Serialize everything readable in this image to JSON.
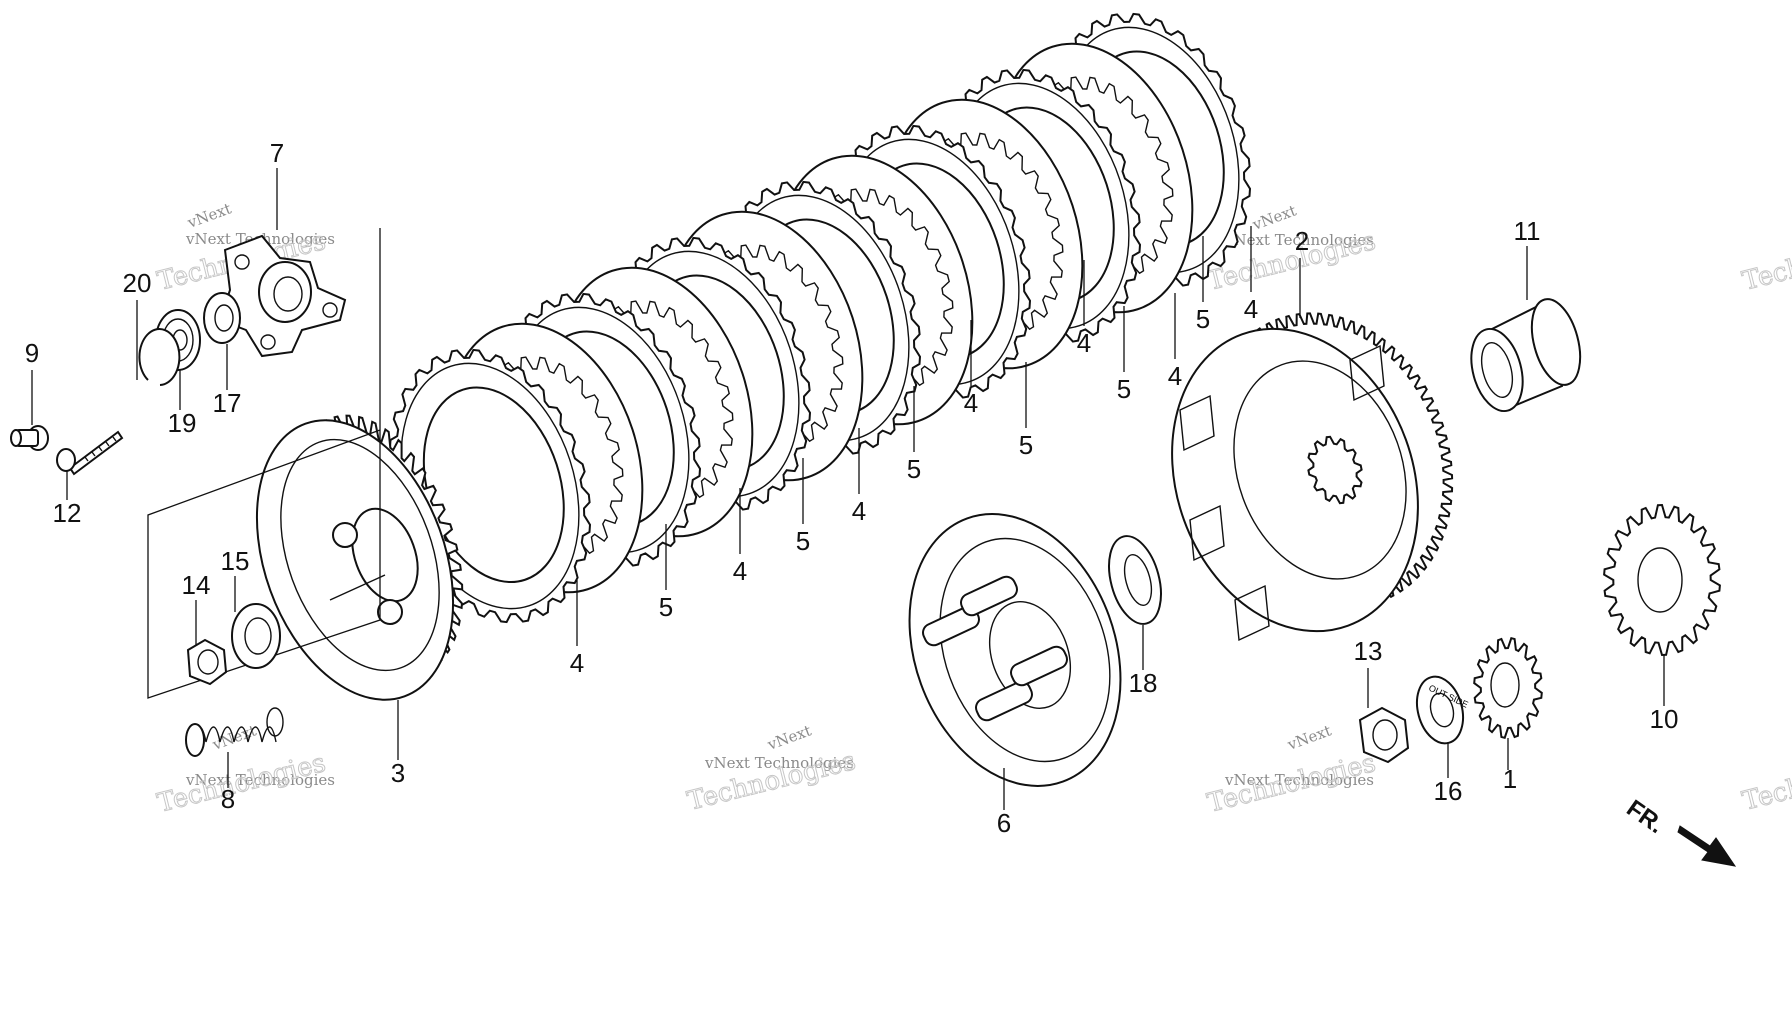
{
  "diagram": {
    "callouts": [
      "1",
      "2",
      "3",
      "4",
      "5",
      "6",
      "7",
      "8",
      "9",
      "10",
      "11",
      "12",
      "13",
      "14",
      "15",
      "16",
      "17",
      "18",
      "19",
      "20"
    ],
    "plate_callouts": [
      "4",
      "5",
      "4",
      "5",
      "4",
      "5",
      "4",
      "5",
      "4",
      "5",
      "4",
      "5",
      "4"
    ],
    "direction_label": "FR.",
    "watermark": {
      "company": "vNext",
      "line": "vNext Technologies",
      "big": "Technologies"
    },
    "washer_text": "OUT SIDE"
  }
}
